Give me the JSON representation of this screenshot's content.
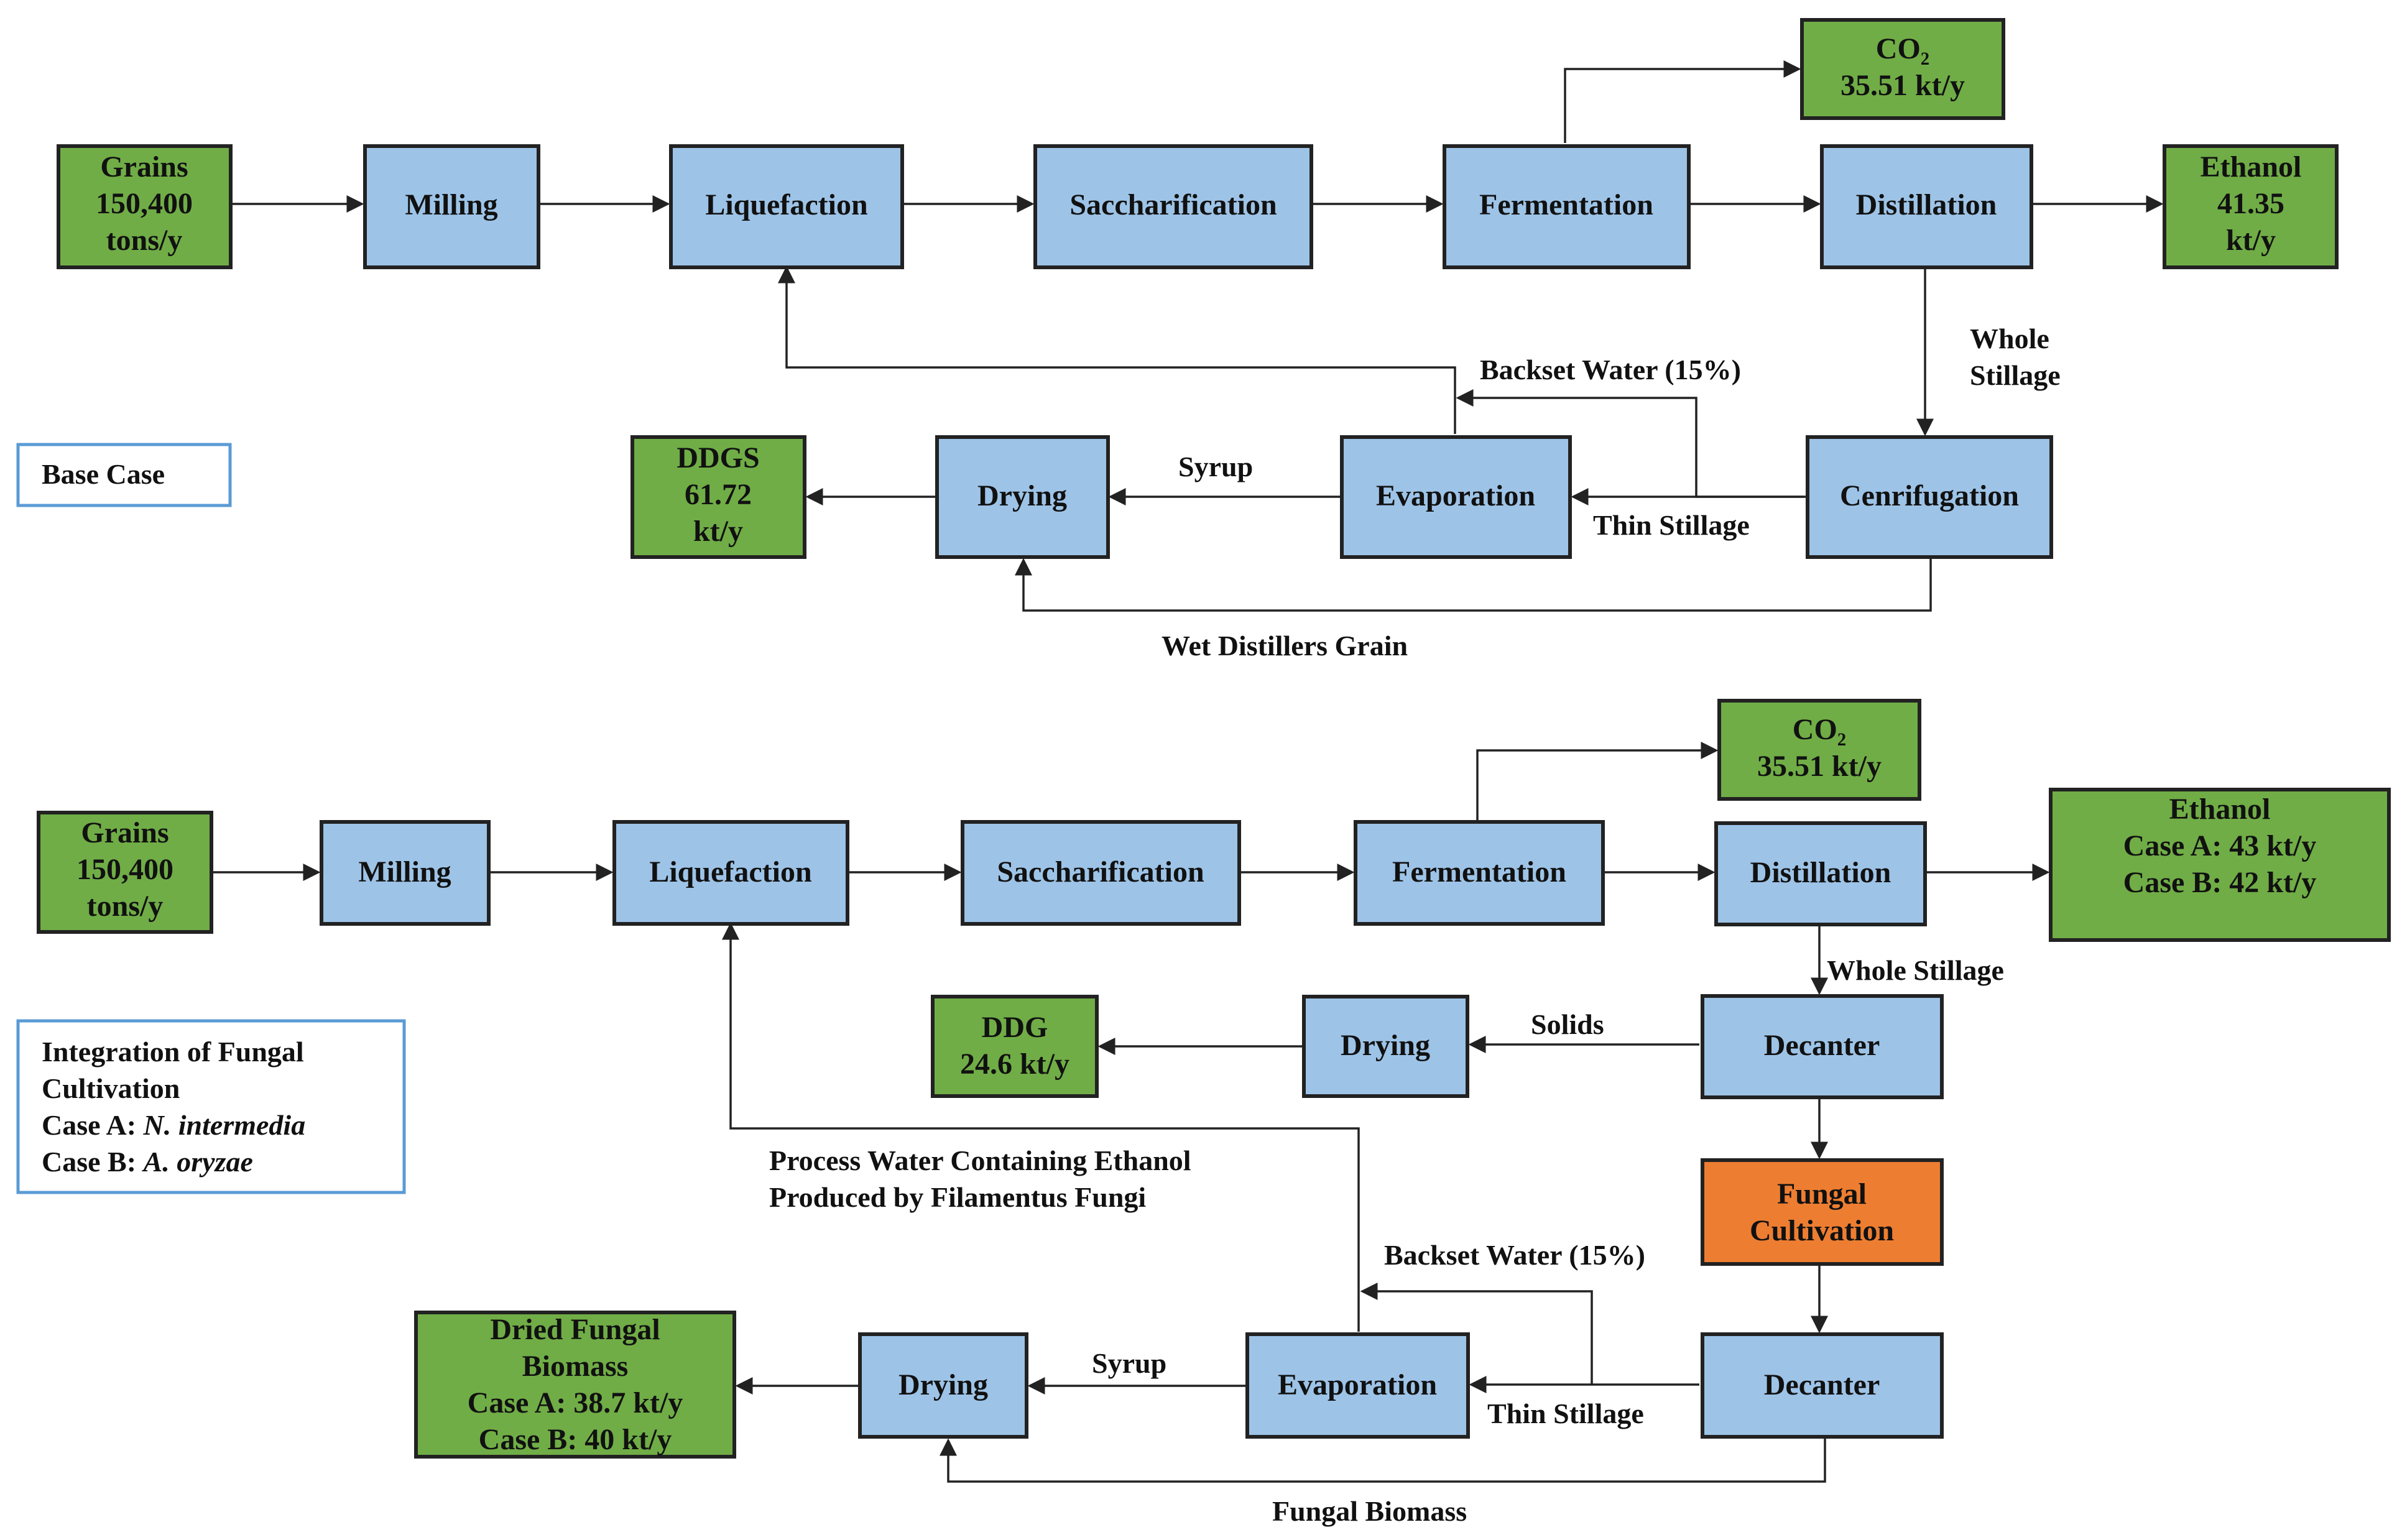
{
  "base_case": {
    "grains": [
      "Grains",
      "150,400",
      "tons/y"
    ],
    "milling": "Milling",
    "liquefaction": "Liquefaction",
    "saccharification": "Saccharification",
    "fermentation": "Fermentation",
    "distillation": "Distillation",
    "co2": [
      "CO₂",
      "35.51 kt/y"
    ],
    "ethanol": [
      "Ethanol",
      "41.35",
      "kt/y"
    ],
    "whole_stillage": [
      "Whole",
      "Stillage"
    ],
    "backset_water": "Backset Water (15%)",
    "centrifugation": "Cenrifugation",
    "evaporation": "Evaporation",
    "thin_stillage": "Thin Stillage",
    "syrup": "Syrup",
    "drying": "Drying",
    "ddgs": [
      "DDGS",
      "61.72",
      "kt/y"
    ],
    "wet_distillers_grain": "Wet Distillers Grain",
    "legend": "Base Case"
  },
  "integration_case": {
    "grains": [
      "Grains",
      "150,400",
      "tons/y"
    ],
    "milling": "Milling",
    "liquefaction": "Liquefaction",
    "saccharification": "Saccharification",
    "fermentation": "Fermentation",
    "distillation": "Distillation",
    "co2": [
      "CO₂",
      "35.51 kt/y"
    ],
    "ethanol": [
      "Ethanol",
      "Case A: 43 kt/y",
      "Case B: 42 kt/y"
    ],
    "whole_stillage": "Whole Stillage",
    "decanter_1": "Decanter",
    "solids": "Solids",
    "drying_1": "Drying",
    "ddg": [
      "DDG",
      "24.6 kt/y"
    ],
    "fungal_cultivation": [
      "Fungal",
      "Cultivation"
    ],
    "decanter_2": "Decanter",
    "process_water": [
      "Process Water Containing Ethanol",
      "Produced by Filamentus Fungi"
    ],
    "backset_water": "Backset Water (15%)",
    "evaporation": "Evaporation",
    "thin_stillage": "Thin Stillage",
    "syrup": "Syrup",
    "drying_2": "Drying",
    "dried_fungal_biomass": [
      "Dried Fungal",
      "Biomass",
      "Case A: 38.7 kt/y",
      "Case B: 40 kt/y"
    ],
    "fungal_biomass": "Fungal Biomass",
    "legend": {
      "line1": "Integration of Fungal",
      "line2": "Cultivation",
      "case_a_prefix": "Case A: ",
      "case_a_species": "N. intermedia",
      "case_b_prefix": "Case B: ",
      "case_b_species": "A. oryzae"
    }
  },
  "colors": {
    "process_box": "#9dc3e6",
    "product_box": "#70ad47",
    "fungal_box": "#ed7d31",
    "legend_border": "#5b9bd5"
  }
}
